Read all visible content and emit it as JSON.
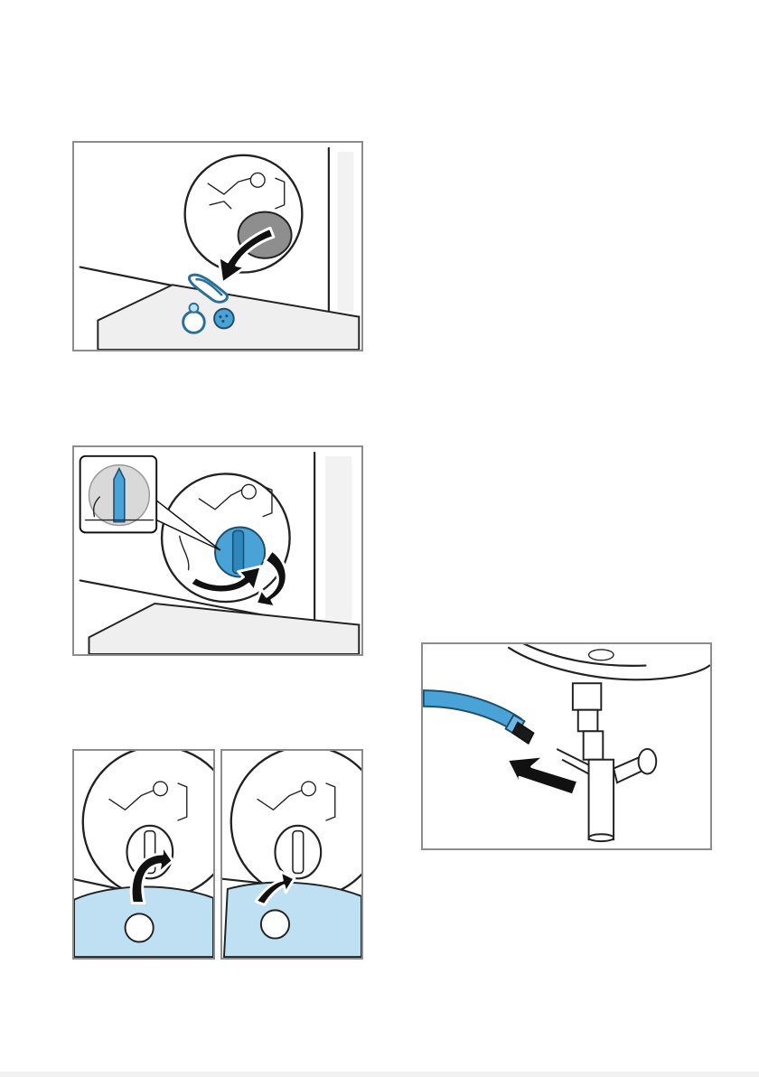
{
  "figures": [
    {
      "id": "filter-removal",
      "icon": "drain-pump-filter-parts-illustration"
    },
    {
      "id": "filter-rotate",
      "icon": "rotate-filter-cap-illustration"
    },
    {
      "id": "cover-open",
      "icon": "service-flap-open-illustration"
    },
    {
      "id": "cover-close",
      "icon": "service-flap-close-illustration"
    },
    {
      "id": "drain-hose",
      "icon": "drain-hose-connect-illustration"
    }
  ],
  "colors": {
    "accent_blue": "#4aa3d6",
    "light_blue": "#bfe0f2",
    "outline": "#222222",
    "frame": "#8c8c8c"
  }
}
